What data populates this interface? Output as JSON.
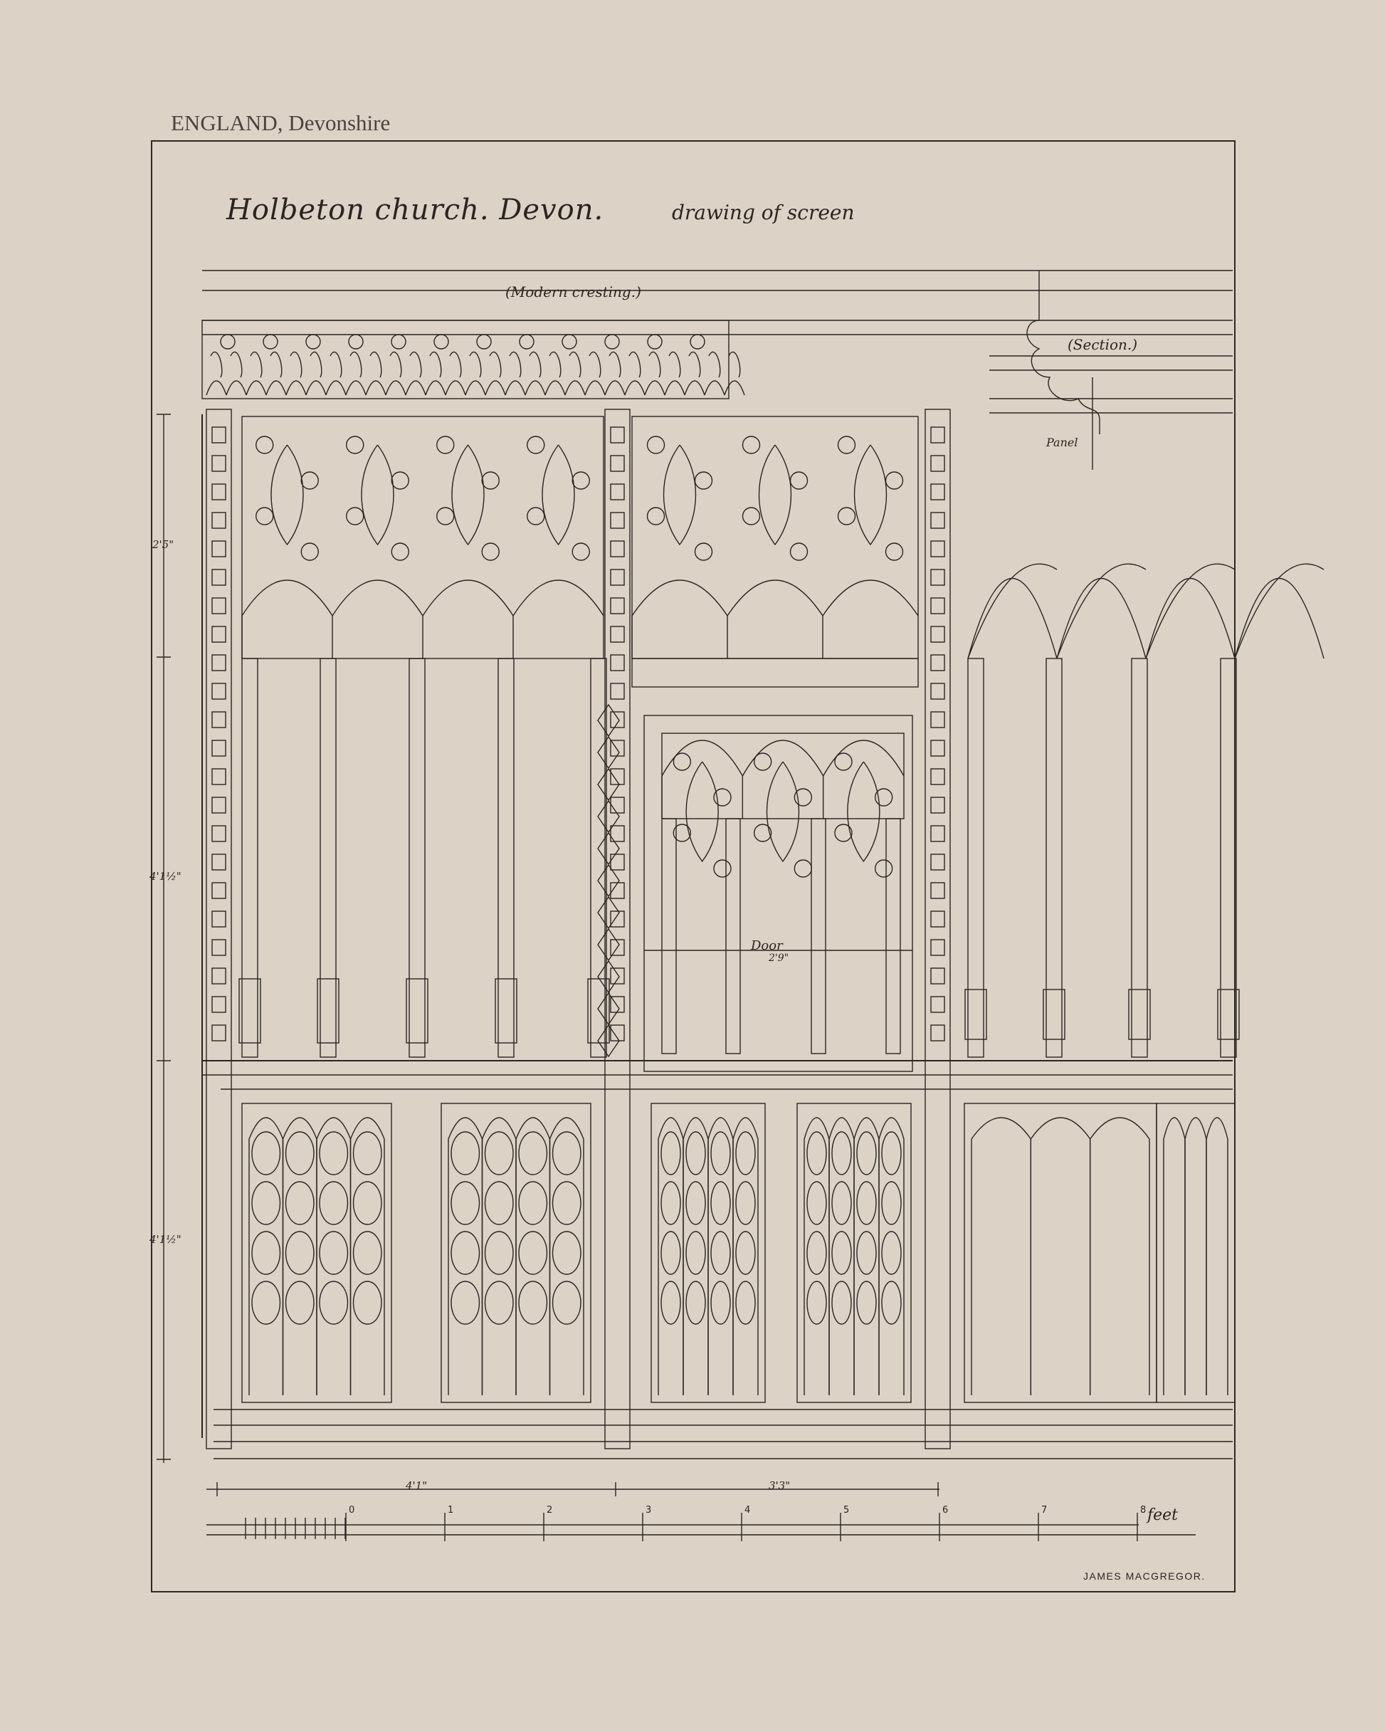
{
  "caption": "ENGLAND, Devonshire",
  "drawing": {
    "title": "Holbeton church. Devon.",
    "subtitle": "drawing of screen",
    "cresting_note": "(Modern cresting.)",
    "section_note": "(Section.)",
    "panel_note": "Panel",
    "door_note": "Door",
    "door_width": "2'9\"",
    "vertical_dims": [
      "2'5\"",
      "4'1½\"",
      "4'1½\""
    ],
    "horizontal_dims": [
      "4'1\"",
      "3'3\""
    ],
    "scale_numbers": [
      "0",
      "1",
      "2",
      "3",
      "4",
      "5",
      "6",
      "7",
      "8"
    ],
    "scale_unit": "feet",
    "signature": "JAMES MACGREGOR."
  },
  "colors": {
    "paper": "#ddd2c6",
    "ink": "#2a2522"
  }
}
